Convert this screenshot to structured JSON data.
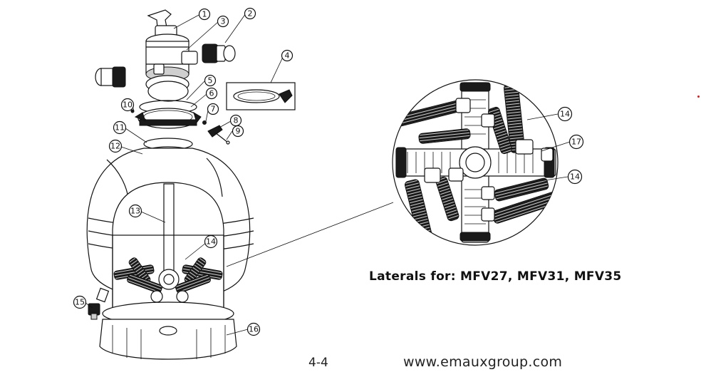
{
  "callouts": [
    "1",
    "2",
    "3",
    "4",
    "5",
    "6",
    "7",
    "8",
    "9",
    "10",
    "11",
    "12",
    "13",
    "14",
    "15",
    "16"
  ],
  "detail_callouts": [
    "14",
    "17",
    "14"
  ],
  "caption": "Laterals for: MFV27, MFV31, MFV35",
  "page_number": "4-4",
  "website": "www.emauxgroup.com"
}
